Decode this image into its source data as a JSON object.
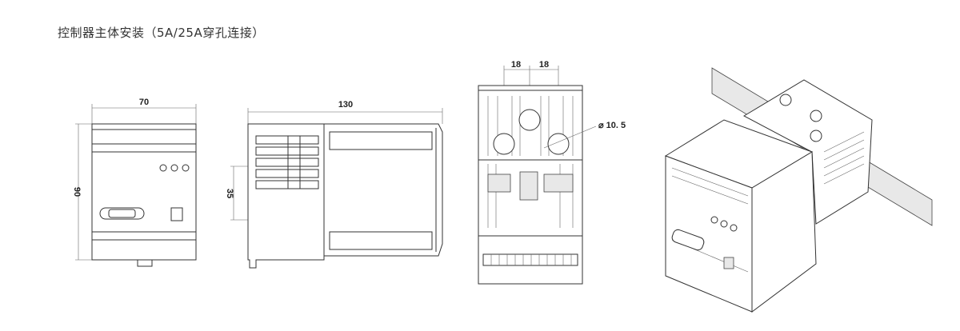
{
  "title": "控制器主体安装（5A/25A穿孔连接）",
  "front_view": {
    "width_label": "70",
    "height_label": "90"
  },
  "side_view": {
    "length_label": "130",
    "rail_label": "35"
  },
  "top_view": {
    "pitch_left_label": "18",
    "pitch_right_label": "18",
    "hole_label": "⌀ 10. 5"
  }
}
